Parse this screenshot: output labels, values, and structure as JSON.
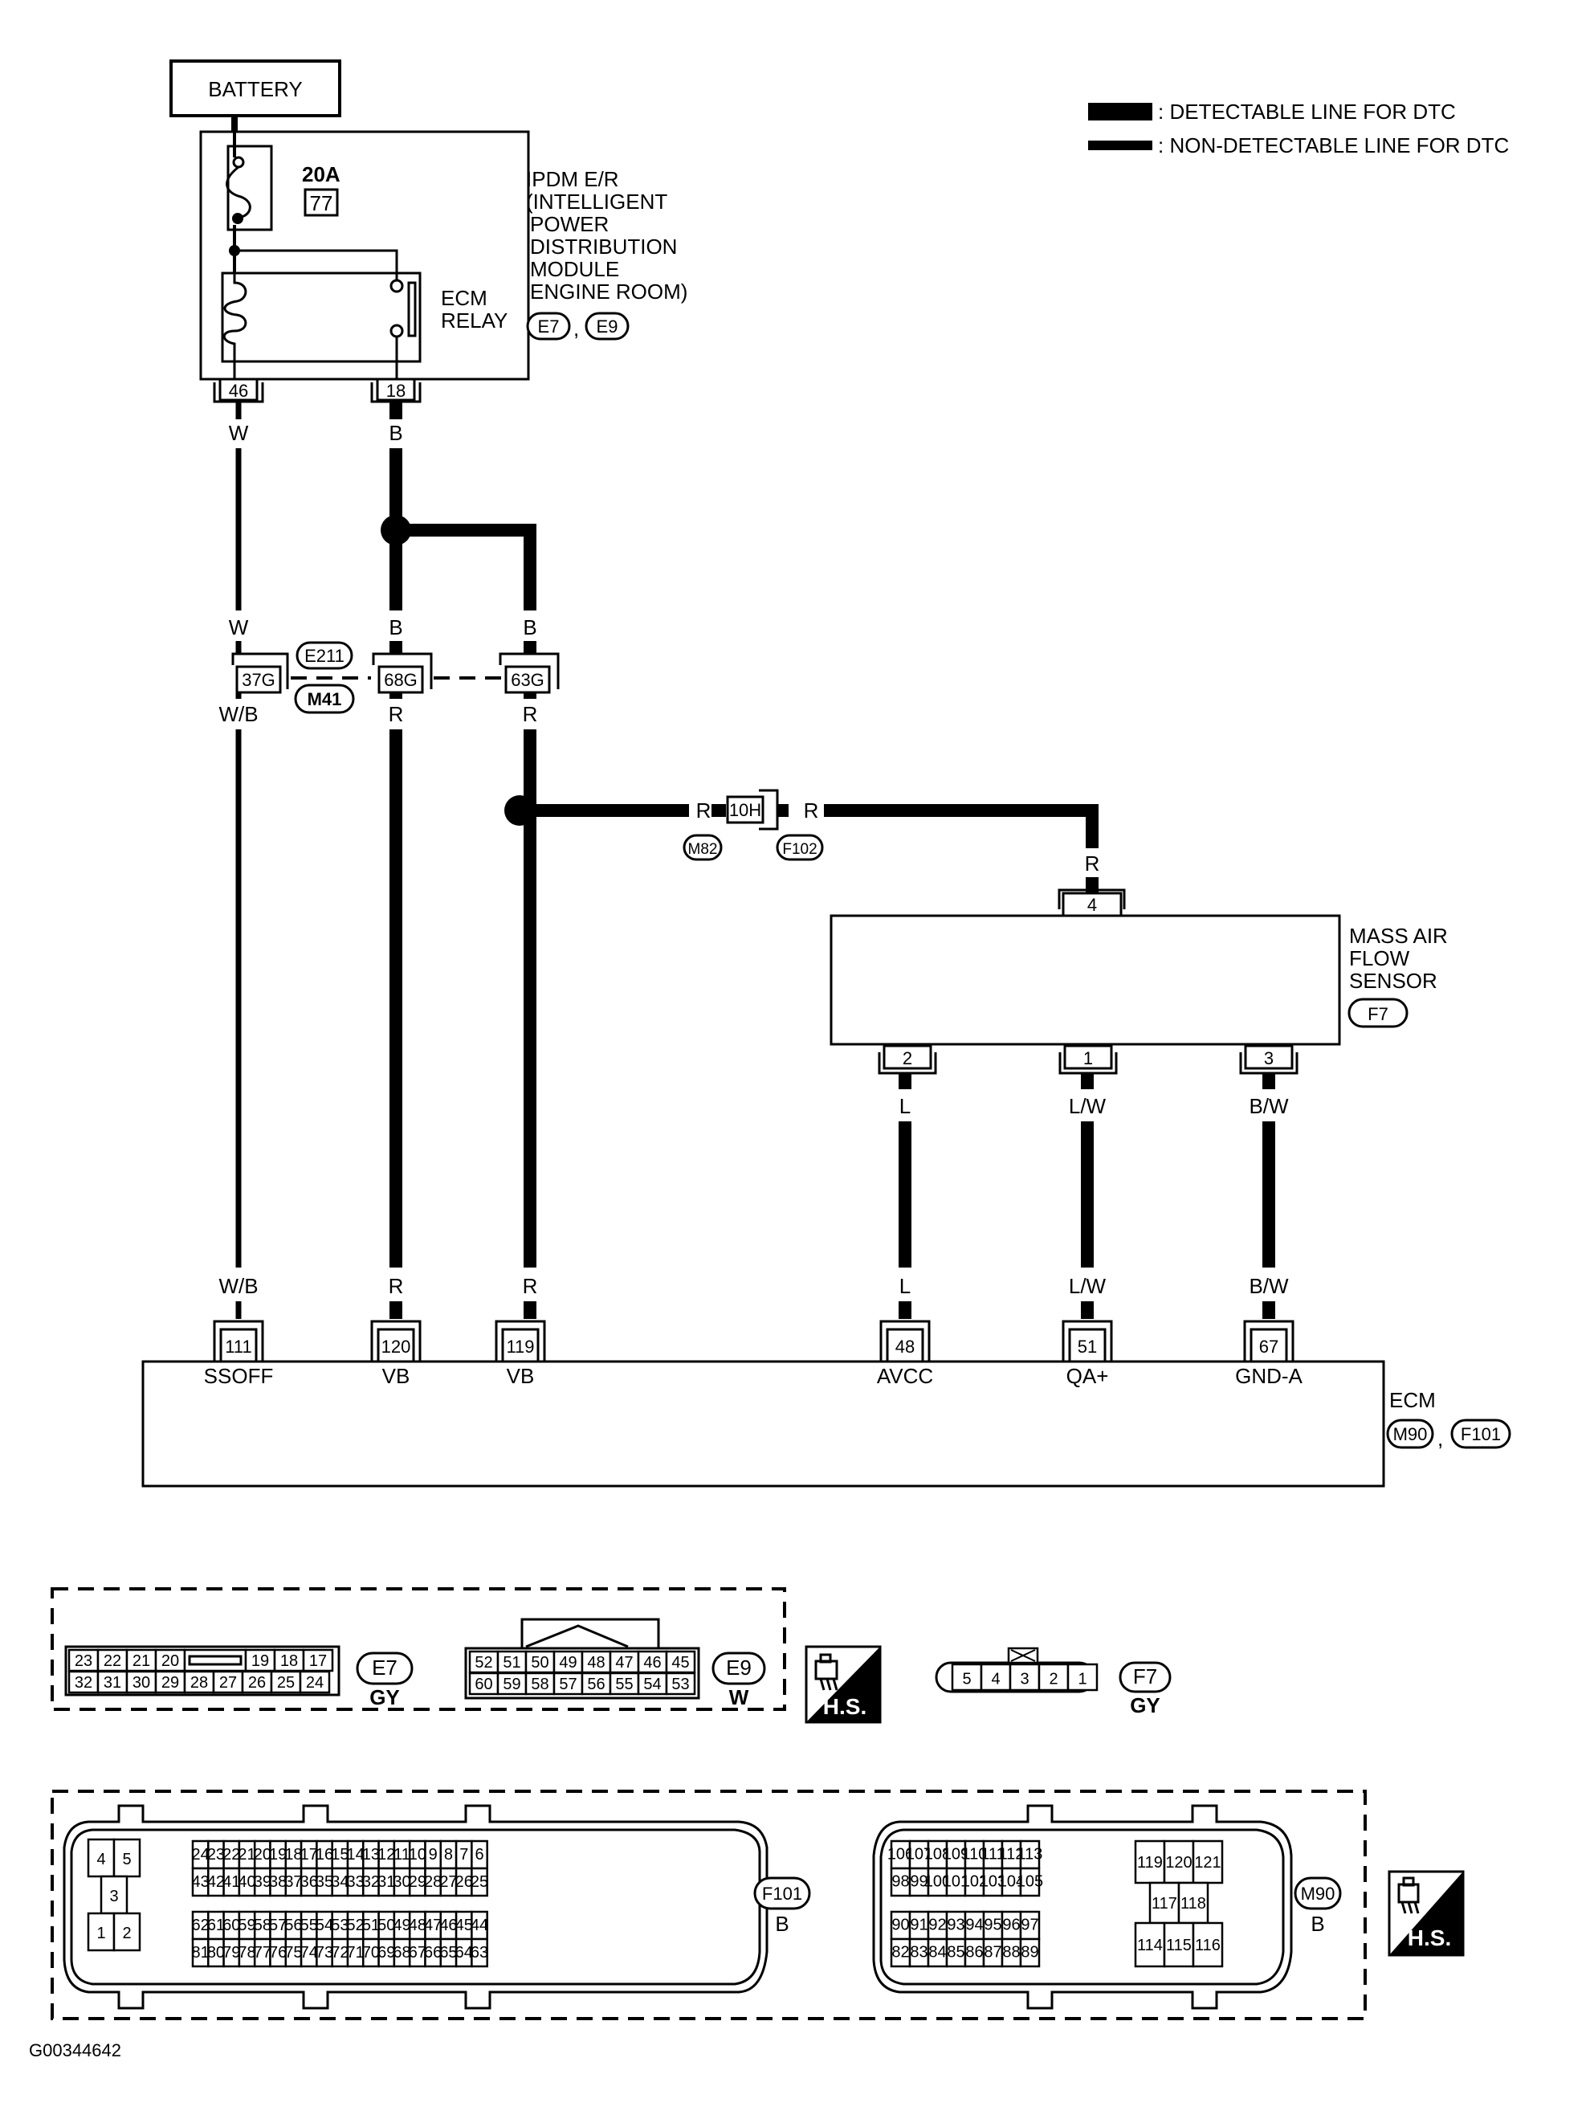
{
  "legend": {
    "detectable": ": DETECTABLE LINE FOR DTC",
    "non_detectable": ": NON-DETECTABLE LINE FOR DTC"
  },
  "battery": {
    "label": "BATTERY"
  },
  "ipdm": {
    "fuse_rating": "20A",
    "fuse_number": "77",
    "relay_label_1": "ECM",
    "relay_label_2": "RELAY",
    "title_lines": [
      "IPDM E/R",
      "(INTELLIGENT",
      " POWER",
      " DISTRIBUTION",
      " MODULE",
      " ENGINE ROOM)"
    ],
    "connectors": [
      "E7",
      "E9"
    ],
    "pins": [
      "46",
      "18"
    ]
  },
  "wires": {
    "w1": "W",
    "w2": "B",
    "w3": "W",
    "w4": "B",
    "w5": "B",
    "w6": "W/B",
    "w7": "R",
    "w8": "R",
    "r_left": "R",
    "r_right": "R",
    "r_down": "R",
    "maf_l": "L",
    "maf_lw": "L/W",
    "maf_bw": "B/W",
    "ecm_wb": "W/B",
    "ecm_r1": "R",
    "ecm_r2": "R",
    "ecm_l": "L",
    "ecm_lw": "L/W",
    "ecm_bw": "B/W"
  },
  "joint_connectors": {
    "pins": [
      "37G",
      "68G",
      "63G"
    ],
    "ids": [
      "E211",
      "M41"
    ]
  },
  "inline_connector": {
    "pin": "10H",
    "ids": [
      "M82",
      "F102"
    ]
  },
  "maf_sensor": {
    "title_lines": [
      "MASS AIR",
      "FLOW",
      "SENSOR"
    ],
    "connector": "F7",
    "top_pin": "4",
    "bottom_pins": [
      "2",
      "1",
      "3"
    ]
  },
  "ecm": {
    "title": "ECM",
    "connectors": [
      "M90",
      "F101"
    ],
    "pins": [
      {
        "pin": "111",
        "signal": "SSOFF",
        "wire": "W/B"
      },
      {
        "pin": "120",
        "signal": "VB",
        "wire": "R"
      },
      {
        "pin": "119",
        "signal": "VB",
        "wire": "R"
      },
      {
        "pin": "48",
        "signal": "AVCC",
        "wire": "L"
      },
      {
        "pin": "51",
        "signal": "QA+",
        "wire": "L/W"
      },
      {
        "pin": "67",
        "signal": "GND-A",
        "wire": "B/W"
      }
    ]
  },
  "connector_views": {
    "e7": {
      "id": "E7",
      "color": "GY",
      "row1": [
        "23",
        "22",
        "21",
        "20",
        "",
        "19",
        "18",
        "17"
      ],
      "row2": [
        "32",
        "31",
        "30",
        "29",
        "28",
        "27",
        "26",
        "25",
        "24"
      ]
    },
    "e9": {
      "id": "E9",
      "color": "W",
      "row1": [
        "52",
        "51",
        "50",
        "49",
        "48",
        "47",
        "46",
        "45"
      ],
      "row2": [
        "60",
        "59",
        "58",
        "57",
        "56",
        "55",
        "54",
        "53"
      ]
    },
    "f7": {
      "id": "F7",
      "color": "GY",
      "pins": [
        "5",
        "4",
        "3",
        "2",
        "1"
      ]
    },
    "f101": {
      "id": "F101",
      "color": "B",
      "big_pins": [
        "4",
        "5",
        "3",
        "1",
        "2"
      ],
      "row1": [
        "24",
        "23",
        "22",
        "21",
        "20",
        "19",
        "18",
        "17",
        "16",
        "15",
        "14",
        "13",
        "12",
        "11",
        "10",
        "9",
        "8",
        "7",
        "6"
      ],
      "row2": [
        "43",
        "42",
        "41",
        "40",
        "39",
        "38",
        "37",
        "36",
        "35",
        "34",
        "33",
        "32",
        "31",
        "30",
        "29",
        "28",
        "27",
        "26",
        "25"
      ],
      "row3": [
        "62",
        "61",
        "60",
        "59",
        "58",
        "57",
        "56",
        "55",
        "54",
        "53",
        "52",
        "51",
        "50",
        "49",
        "48",
        "47",
        "46",
        "45",
        "44"
      ],
      "row4": [
        "81",
        "80",
        "79",
        "78",
        "77",
        "76",
        "75",
        "74",
        "73",
        "72",
        "71",
        "70",
        "69",
        "68",
        "67",
        "66",
        "65",
        "64",
        "63"
      ]
    },
    "m90": {
      "id": "M90",
      "color": "B",
      "row1": [
        "106",
        "107",
        "108",
        "109",
        "110",
        "111",
        "112",
        "113"
      ],
      "row2": [
        "98",
        "99",
        "100",
        "101",
        "102",
        "103",
        "104",
        "105"
      ],
      "row3": [
        "90",
        "91",
        "92",
        "93",
        "94",
        "95",
        "96",
        "97"
      ],
      "row4": [
        "82",
        "83",
        "84",
        "85",
        "86",
        "87",
        "88",
        "89"
      ],
      "big_top": [
        "119",
        "120",
        "121"
      ],
      "big_mid": [
        "117",
        "118"
      ],
      "big_bot": [
        "114",
        "115",
        "116"
      ]
    },
    "hs_label": "H.S."
  },
  "footer": {
    "code": "G00344642"
  }
}
